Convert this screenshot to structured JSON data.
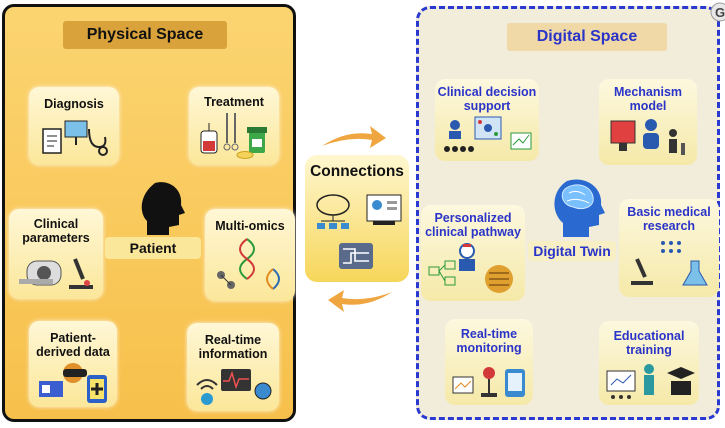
{
  "physical": {
    "title": "Physical Space",
    "center_label": "Patient",
    "cards": {
      "diagnosis": "Diagnosis",
      "treatment": "Treatment",
      "clinical_parameters": [
        "Clinical",
        "parameters"
      ],
      "multi_omics": "Multi-omics",
      "patient_derived": [
        "Patient-",
        "derived data"
      ],
      "realtime_info": [
        "Real-time",
        "information"
      ]
    }
  },
  "connections": {
    "title": "Connections"
  },
  "digital": {
    "title": "Digital Space",
    "center_label": "Digital Twin",
    "cards": {
      "cds": [
        "Clinical decision",
        "support"
      ],
      "mechanism": [
        "Mechanism",
        "model"
      ],
      "pathway": [
        "Personalized",
        "clinical pathway"
      ],
      "basic_research": [
        "Basic medical",
        "research"
      ],
      "monitoring": [
        "Real-time",
        "monitoring"
      ],
      "education": [
        "Educational",
        "training"
      ]
    }
  },
  "colors": {
    "physical_bg": "#f7c04b",
    "digital_bg": "#f2ecdb",
    "digital_border": "#2a3ad0",
    "digital_text": "#2a34c8",
    "arrow": "#f0a640"
  },
  "icons": [
    "head-silhouette-icon",
    "brain-head-icon",
    "document-icon",
    "stethoscope-icon",
    "iv-bag-icon",
    "pill-bottle-icon",
    "mri-scanner-icon",
    "microscope-icon",
    "dna-icon",
    "vr-headset-icon",
    "smartphone-icon",
    "wifi-icon",
    "monitor-icon",
    "cloud-network-icon",
    "dashboard-icon",
    "circuit-icon",
    "doctor-icon",
    "group-icon",
    "chart-icon"
  ]
}
